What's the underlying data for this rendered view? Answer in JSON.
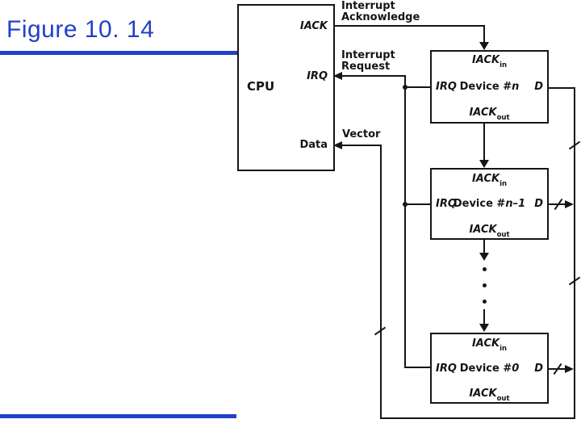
{
  "slide": {
    "title": "Figure 10. 14",
    "accent_color": "#2240c8",
    "ink_color": "#151515"
  },
  "cpu": {
    "label": "CPU",
    "port_iack": "IACK",
    "port_irq": "IRQ",
    "port_data": "Data"
  },
  "signals": {
    "interrupt_acknowledge_line1": "Interrupt",
    "interrupt_acknowledge_line2": "Acknowledge",
    "interrupt_request_line1": "Interrupt",
    "interrupt_request_line2": "Request",
    "vector": "Vector"
  },
  "devices": [
    {
      "iack_in_base": "IACK",
      "iack_in_sub": "in",
      "irq": "IRQ",
      "name_prefix": "Device #",
      "name_var": "n",
      "d": "D",
      "iack_out_base": "IACK",
      "iack_out_sub": "out"
    },
    {
      "iack_in_base": "IACK",
      "iack_in_sub": "in",
      "irq": "IRQ",
      "name_prefix": "Device #",
      "name_var": "n–1",
      "d": "D",
      "iack_out_base": "IACK",
      "iack_out_sub": "out"
    },
    {
      "iack_in_base": "IACK",
      "iack_in_sub": "in",
      "irq": "IRQ",
      "name_prefix": "Device #",
      "name_var": "0",
      "d": "D",
      "iack_out_base": "IACK",
      "iack_out_sub": "out"
    }
  ]
}
